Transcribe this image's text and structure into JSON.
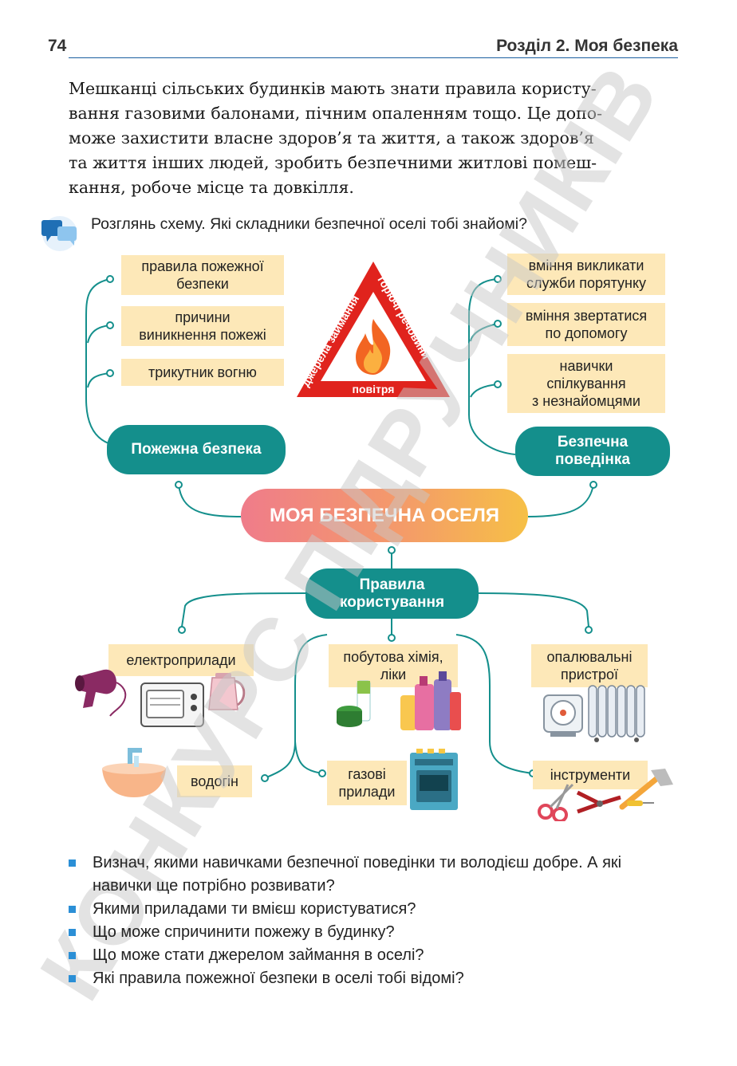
{
  "header": {
    "page_number": "74",
    "section_title": "Розділ 2. Моя безпека"
  },
  "intro_lines": [
    "Мешканці сільських будинків мають знати правила користу-",
    "вання газовими балонами, пічним опаленням тощо. Це допо-",
    "може захистити власне здоров’я та життя, а також здоров’я",
    "та життя інших людей, зробить безпечними житлові помеш-",
    "кання, робоче місце та довкілля."
  ],
  "task_prompt": "Розглянь схему. Які складники безпечної оселі тобі знайомі?",
  "mindmap": {
    "central": "МОЯ БЕЗПЕЧНА ОСЕЛЯ",
    "fire_safety": {
      "title": "Пожежна безпека",
      "items": [
        [
          "правила пожежної",
          "безпеки"
        ],
        [
          "причини",
          "виникнення пожежі"
        ],
        [
          "трикутник вогню"
        ]
      ]
    },
    "fire_triangle": {
      "left_side": "джерела займання",
      "right_side": "горючі речовини",
      "bottom_side": "повітря"
    },
    "safe_behavior": {
      "title_lines": [
        "Безпечна",
        "поведінка"
      ],
      "items": [
        [
          "вміння викликати",
          "служби порятунку"
        ],
        [
          "вміння звертатися",
          "по допомогу"
        ],
        [
          "навички",
          "спілкування",
          "з незнайомцями"
        ]
      ]
    },
    "usage_rules": {
      "title_lines": [
        "Правила",
        "користування"
      ],
      "items": {
        "electro": [
          "електроприлади"
        ],
        "water": [
          "водогін"
        ],
        "chemistry": [
          "побутова хімія,",
          "ліки"
        ],
        "gas": [
          "газові",
          "прилади"
        ],
        "heating": [
          "опалювальні",
          "пристрої"
        ],
        "tools": [
          "інструменти"
        ]
      }
    }
  },
  "watermark": "КОНКУРС ПІДРУЧНИКІВ",
  "questions": [
    [
      "Визнач, якими навичками безпечної поведінки ти володієш добре. А які",
      "навички ще потрібно розвивати?"
    ],
    [
      "Якими приладами ти вмієш користуватися?"
    ],
    [
      "Що може спричинити пожежу в будинку?"
    ],
    [
      "Що може стати джерелом займання в оселі?"
    ],
    [
      "Які правила пожежної безпеки в оселі тобі відомі?"
    ]
  ],
  "colors": {
    "teal": "#148f8c",
    "box_yellow": "#fde8b8",
    "triangle_red": "#e0231d",
    "bullet_blue": "#2b8fd6",
    "rule_blue": "#1a5fa0"
  },
  "icons": [
    "chat-bubbles-icon",
    "flame-icon",
    "hair-dryer-icon",
    "microwave-icon",
    "kettle-icon",
    "sink-faucet-icon",
    "cream-jars-icon",
    "detergent-bottles-icon",
    "gas-stove-icon",
    "fan-heater-icon",
    "radiator-icon",
    "scissors-icon",
    "pliers-icon",
    "screwdriver-icon",
    "axe-icon"
  ]
}
